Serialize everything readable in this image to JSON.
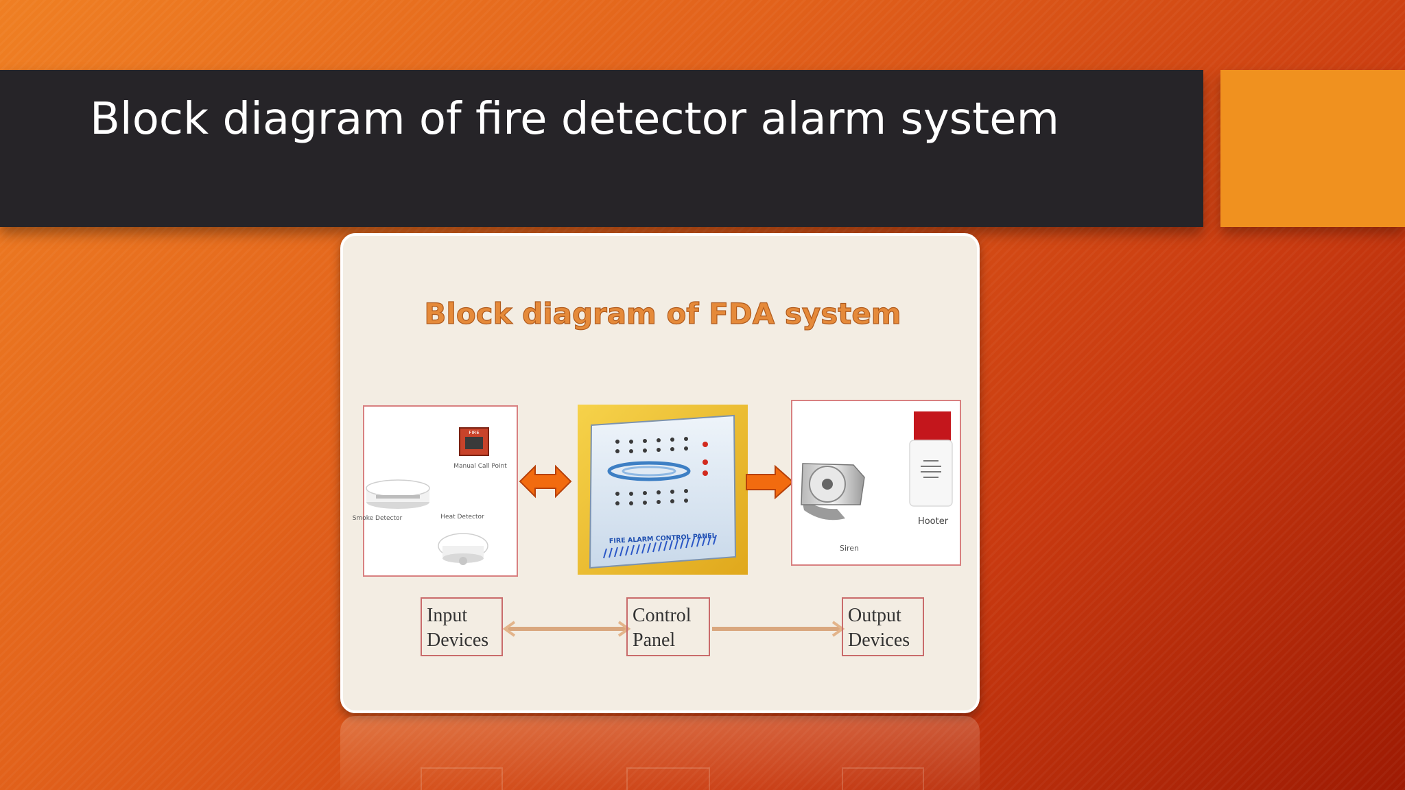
{
  "slide": {
    "title": "Block diagram of fire detector alarm system"
  },
  "figure": {
    "heading": "Block diagram of FDA system",
    "input_labels": {
      "manual_call_point": "Manual Call Point",
      "smoke_detector": "Smoke Detector",
      "heat_detector": "Heat Detector",
      "fire_sign": "FIRE"
    },
    "panel_label": "FIRE ALARM CONTROL PANEL",
    "output_labels": {
      "siren": "Siren",
      "hooter": "Hooter"
    },
    "blocks": {
      "input": [
        "Input",
        "Devices"
      ],
      "control": [
        "Control",
        "Panel"
      ],
      "output": [
        "Output",
        "Devices"
      ]
    }
  },
  "colors": {
    "accent_orange": "#f0911f",
    "title_bar": "#262428",
    "heading_orange": "#e58a3a",
    "arrow_fill": "#f26b0f",
    "block_border": "#c96b6b"
  }
}
